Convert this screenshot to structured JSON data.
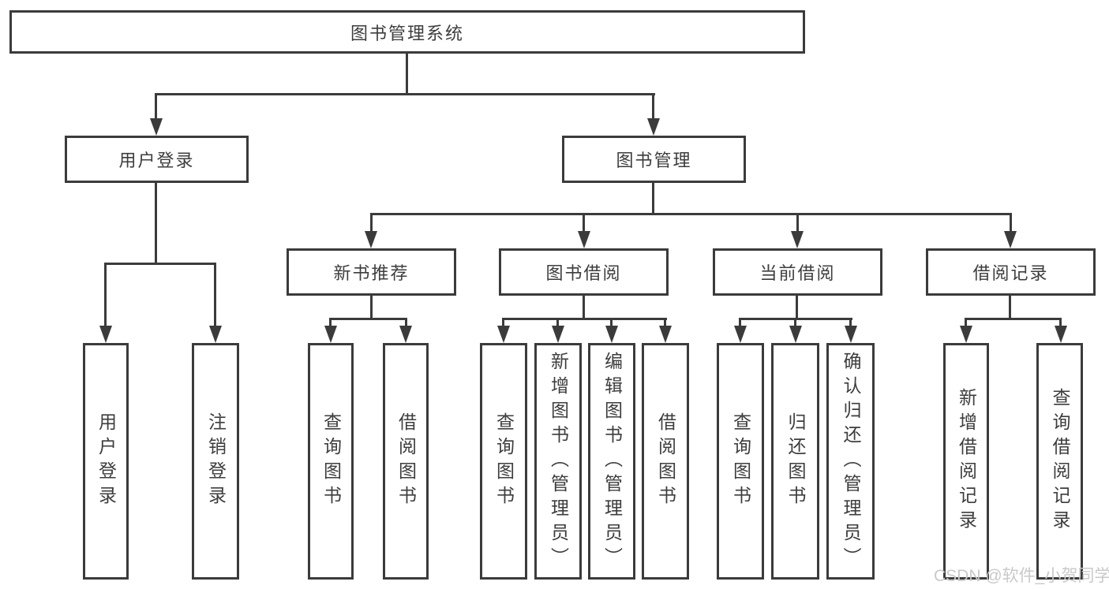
{
  "diagram": {
    "root": {
      "label": "图书管理系统"
    },
    "branches": [
      {
        "label": "用户登录",
        "leaves": [
          {
            "label": "用户登录"
          },
          {
            "label": "注销登录"
          }
        ]
      },
      {
        "label": "图书管理",
        "groups": [
          {
            "label": "新书推荐",
            "leaves": [
              {
                "label": "查询图书"
              },
              {
                "label": "借阅图书"
              }
            ]
          },
          {
            "label": "图书借阅",
            "leaves": [
              {
                "label": "查询图书"
              },
              {
                "label": "新增图书（管理员）"
              },
              {
                "label": "编辑图书（管理员）"
              },
              {
                "label": "借阅图书"
              }
            ]
          },
          {
            "label": "当前借阅",
            "leaves": [
              {
                "label": "查询图书"
              },
              {
                "label": "归还图书"
              },
              {
                "label": "确认归还（管理员）"
              }
            ]
          },
          {
            "label": "借阅记录",
            "leaves": [
              {
                "label": "新增借阅记录"
              },
              {
                "label": "查询借阅记录"
              }
            ]
          }
        ]
      }
    ]
  },
  "watermark": {
    "text": "CSDN @软件_小贺同学"
  },
  "colors": {
    "line": "#3b3b3b",
    "text": "#3d3d3d",
    "background": "#ffffff",
    "watermark": "#c9c9c9"
  }
}
